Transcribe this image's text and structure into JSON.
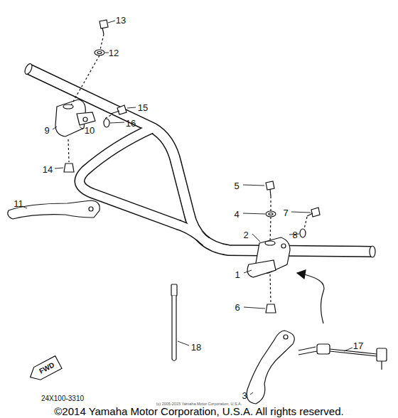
{
  "diagram": {
    "caption": "©2014 Yamaha Motor Corporation, U.S.A. All rights reserved.",
    "nodes": [
      {
        "text": [
          "FWD"
        ]
      }
    ],
    "labels": [
      "13",
      "12",
      "15",
      "16",
      "9",
      "10",
      "14",
      "11",
      "5",
      "4",
      "7",
      "2",
      "8",
      "1",
      "6",
      "17",
      "18",
      "3",
      "24X100-3310",
      "(c) 2005-2015 Yamaha Motor Corporation, U.S.A."
    ]
  }
}
